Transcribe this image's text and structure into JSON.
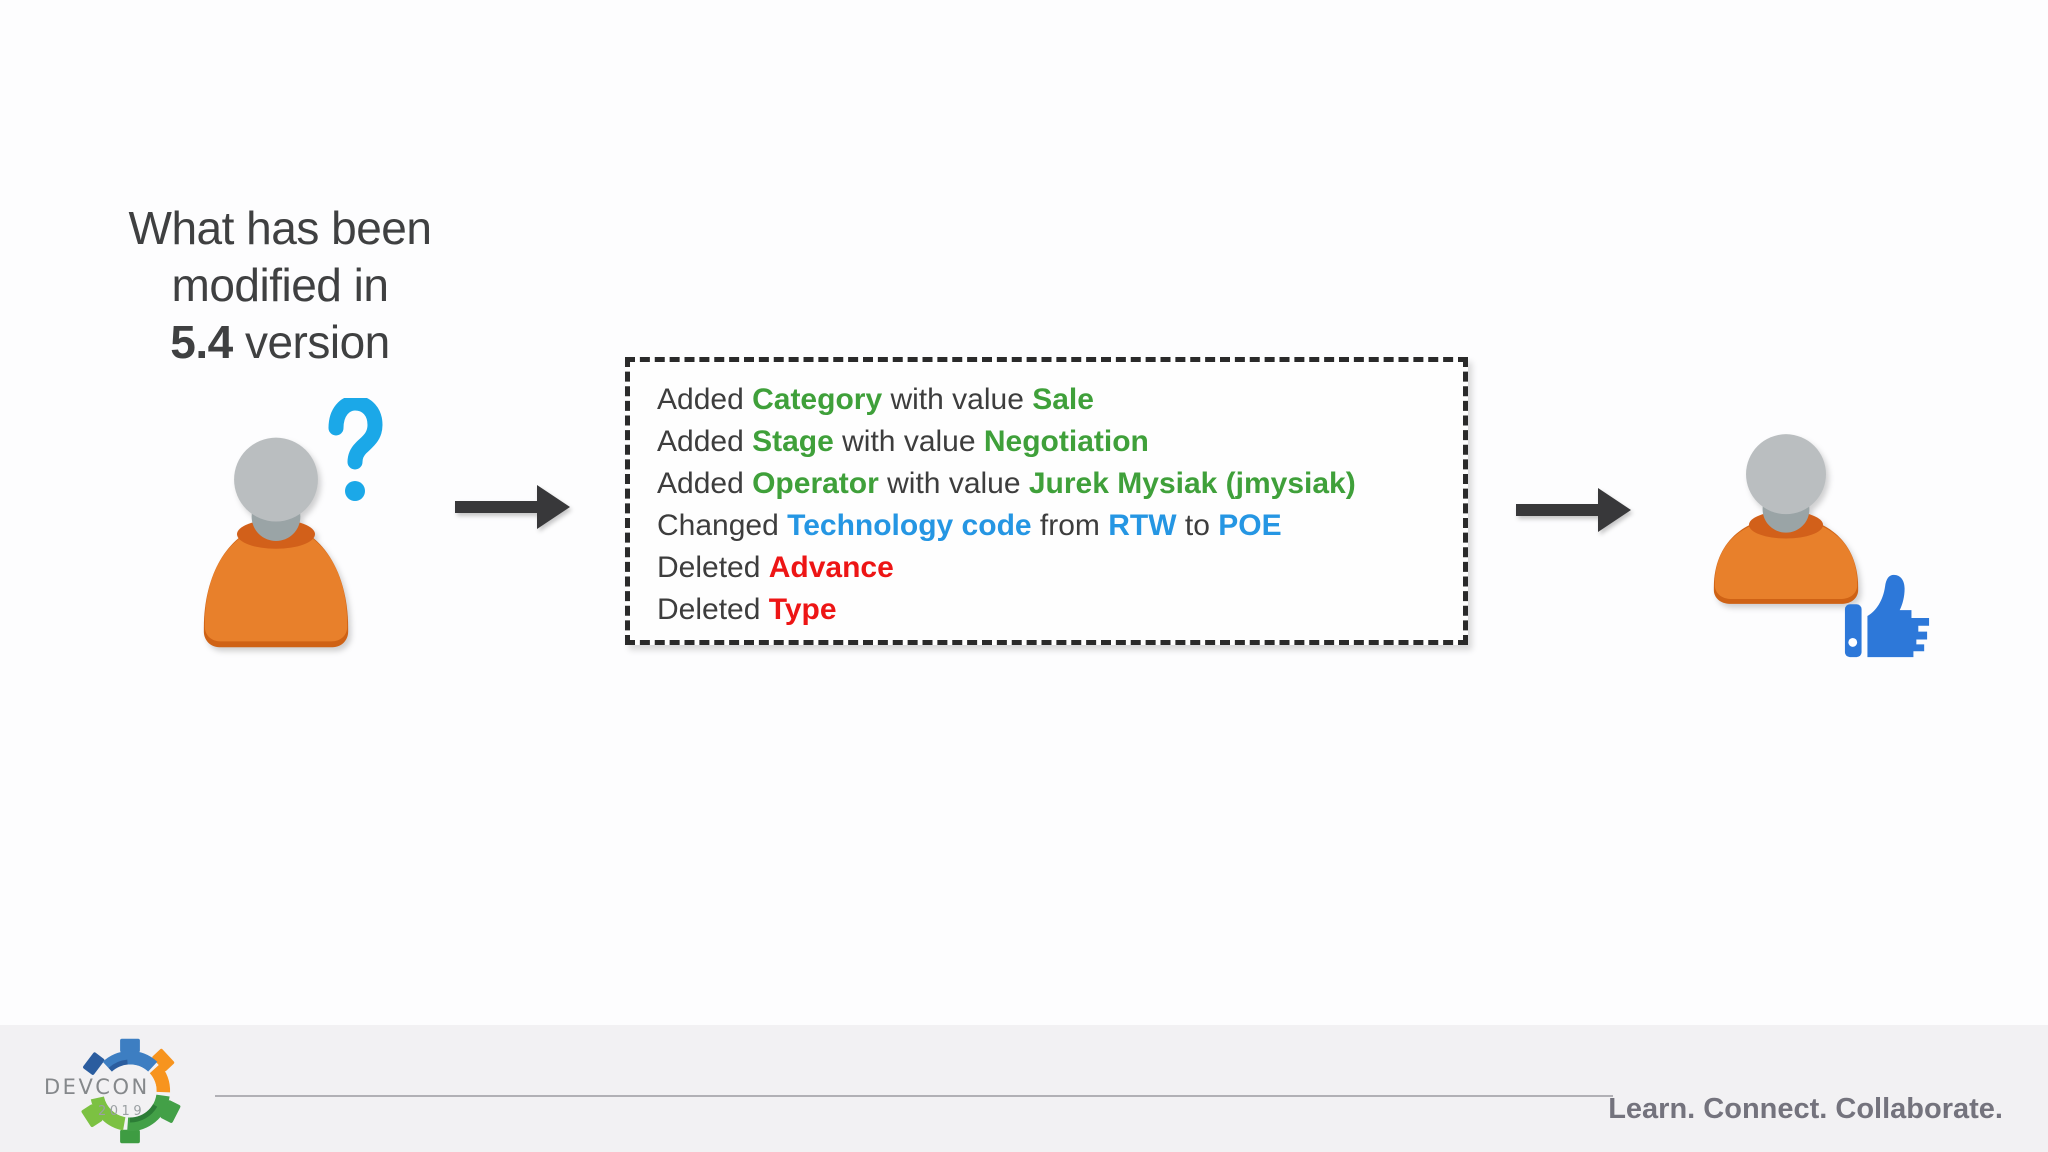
{
  "title": {
    "line1": "What has been",
    "line2": "modified in",
    "version_number": "5.4",
    "version_suffix": " version"
  },
  "changes": {
    "line1": {
      "a": "Added ",
      "b": "Category",
      "c": " with value ",
      "d": "Sale"
    },
    "line2": {
      "a": "Added ",
      "b": "Stage",
      "c": " with value ",
      "d": "Negotiation"
    },
    "line3": {
      "a": "Added ",
      "b": "Operator",
      "c": " with value ",
      "d": "Jurek Mysiak (jmysiak)"
    },
    "line4": {
      "a": "Changed ",
      "b": "Technology code",
      "c": " from ",
      "d": "RTW",
      "e": " to ",
      "f": "POE"
    },
    "line5": {
      "a": "Deleted ",
      "b": "Advance"
    },
    "line6": {
      "a": "Deleted ",
      "b": "Type"
    }
  },
  "icons": {
    "left_user": "user-with-question-mark",
    "right_user": "user-with-thumbs-up",
    "flow_arrows": "arrow-right",
    "logo": "devcon-gear-logo"
  },
  "colors": {
    "added_green": "#3fa03a",
    "changed_blue": "#2596e3",
    "deleted_red": "#ed1515",
    "question_blue": "#1ba8e8",
    "thumb_blue": "#2d78d9",
    "person_orange": "#e8802b",
    "person_orange_dark": "#cf6215",
    "head_gray": "#babec0",
    "arrow_dark": "#38383a",
    "footer_bg": "#f2f1f3"
  },
  "footer": {
    "brand": "DEVCON",
    "year": "2019",
    "tagline": "Learn. Connect. Collaborate."
  }
}
